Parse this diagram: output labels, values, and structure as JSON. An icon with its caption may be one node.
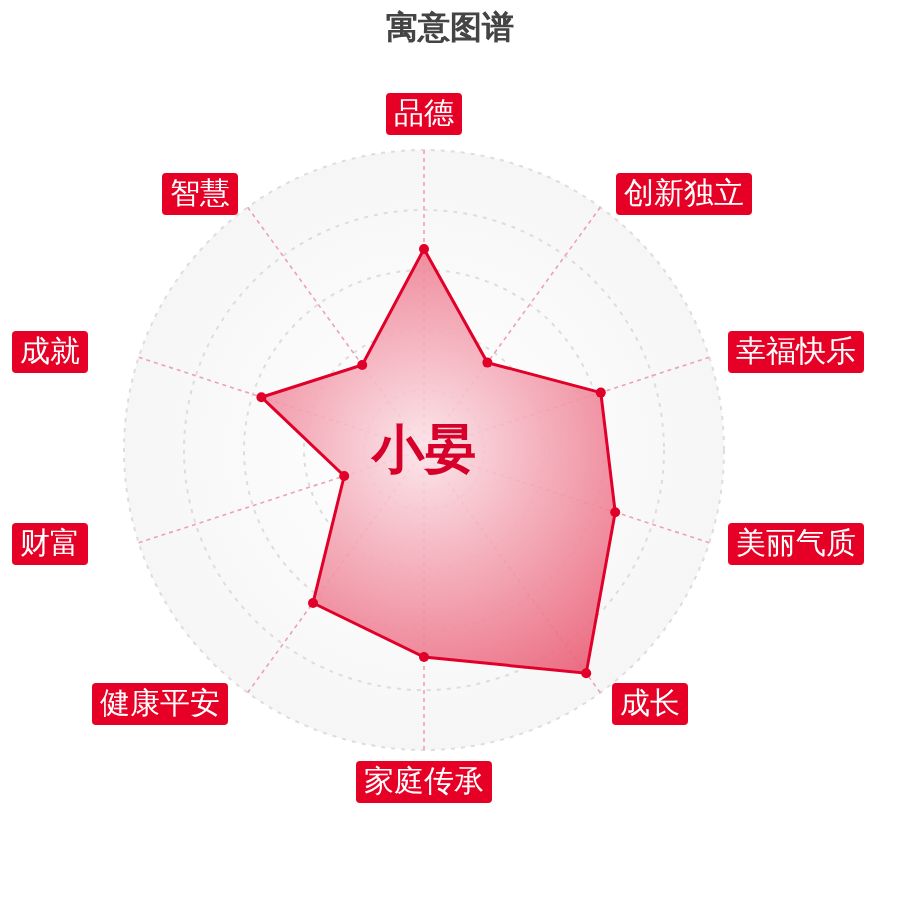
{
  "diagram": {
    "title": "寓意图谱",
    "nodes": [
      {
        "text": [
          "品德"
        ]
      },
      {
        "text": [
          "创新独立"
        ]
      },
      {
        "text": [
          "幸福快乐"
        ]
      },
      {
        "text": [
          "美丽气质"
        ]
      },
      {
        "text": [
          "成长"
        ]
      },
      {
        "text": [
          "家庭传承"
        ]
      },
      {
        "text": [
          "健康平安"
        ]
      },
      {
        "text": [
          "财富"
        ]
      },
      {
        "text": [
          "成就"
        ]
      },
      {
        "text": [
          "智慧"
        ]
      }
    ],
    "labels": [
      "小晏"
    ]
  }
}
